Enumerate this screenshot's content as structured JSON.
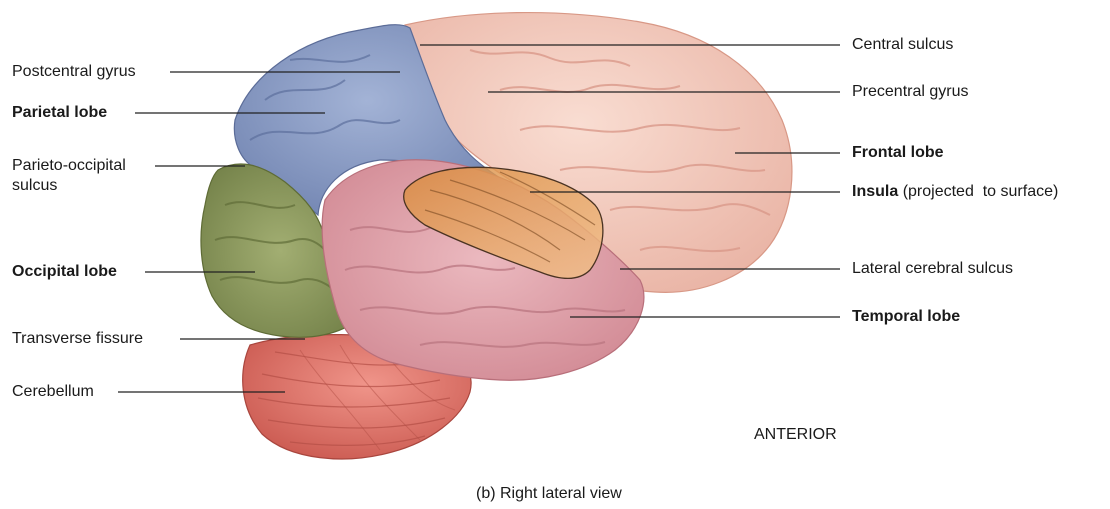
{
  "labels": {
    "left": {
      "postcentral_gyrus": "Postcentral gyrus",
      "parietal_lobe": "Parietal lobe",
      "parieto_occipital_sulcus_line1": "Parieto-occipital",
      "parieto_occipital_sulcus_line2": "sulcus",
      "occipital_lobe": "Occipital lobe",
      "transverse_fissure": "Transverse fissure",
      "cerebellum": "Cerebellum"
    },
    "right": {
      "central_sulcus": "Central sulcus",
      "precentral_gyrus": "Precentral gyrus",
      "frontal_lobe": "Frontal lobe",
      "insula": "Insula",
      "insula_note": "(projected  to surface)",
      "lateral_cerebral_sulcus": "Lateral cerebral sulcus",
      "temporal_lobe": "Temporal lobe"
    },
    "orientation": "ANTERIOR"
  },
  "caption": "(b) Right lateral view",
  "colors": {
    "frontal_lobe": "#f3c7b8",
    "parietal_lobe": "#8a9cc4",
    "occipital_lobe": "#8c9a5e",
    "temporal_lobe": "#e0a3ab",
    "insula": "#e8a45a",
    "cerebellum": "#e2776c"
  }
}
